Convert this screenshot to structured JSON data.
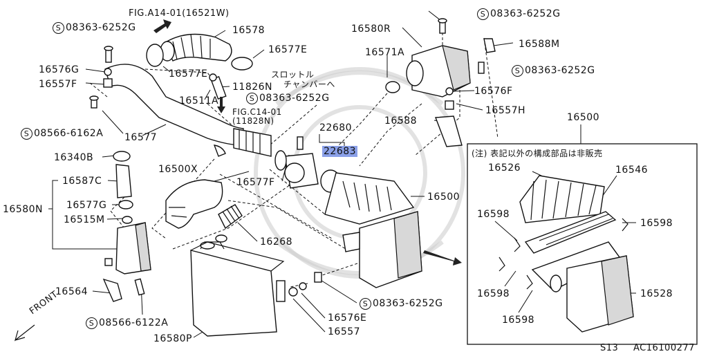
{
  "refs": {
    "fig_a14": "FIG.A14-01(16521W)",
    "fig_c14_a": "FIG.C14-01",
    "fig_c14_b": "(11828N)",
    "throttle_a": "スロットル",
    "throttle_b": "チャンバーへ",
    "note": "(注) 表記以外の構成部品は非販売",
    "front": "FRONT"
  },
  "bolts": {
    "b1": "08363-6252G",
    "b2": "08363-6252G",
    "b3": "08363-6252G",
    "b4": "08363-6252G",
    "b5": "08566-6162A",
    "b6": "08566-6122A",
    "b7": "08363-6252G"
  },
  "parts": {
    "p16578": "16578",
    "p16577E_a": "16577E",
    "p16577E_b": "16577E",
    "p16576G": "16576G",
    "p16557F": "16557F",
    "p11826N": "11826N",
    "p16511A": "16511A",
    "p16577": "16577",
    "p16340B": "16340B",
    "p16587C": "16587C",
    "p16580N": "16580N",
    "p16577G": "16577G",
    "p16515M": "16515M",
    "p16564": "16564",
    "p16580P": "16580P",
    "p16500X": "16500X",
    "p16577F": "16577F",
    "p16268": "16268",
    "p22680": "22680",
    "p22683": "22683",
    "p16580R": "16580R",
    "p16571A": "16571A",
    "p16588M": "16588M",
    "p16576F": "16576F",
    "p16557H": "16557H",
    "p16588": "16588",
    "p16500_main": "16500",
    "p16500_box": "16500",
    "p16526": "16526",
    "p16546": "16546",
    "p16598_a": "16598",
    "p16598_b": "16598",
    "p16598_c": "16598",
    "p16598_d": "16598",
    "p16528": "16528",
    "p16576E": "16576E",
    "p16557": "16557"
  },
  "footer": {
    "sheet": "S13",
    "code": "AC16100277"
  },
  "circle_mark": "S"
}
